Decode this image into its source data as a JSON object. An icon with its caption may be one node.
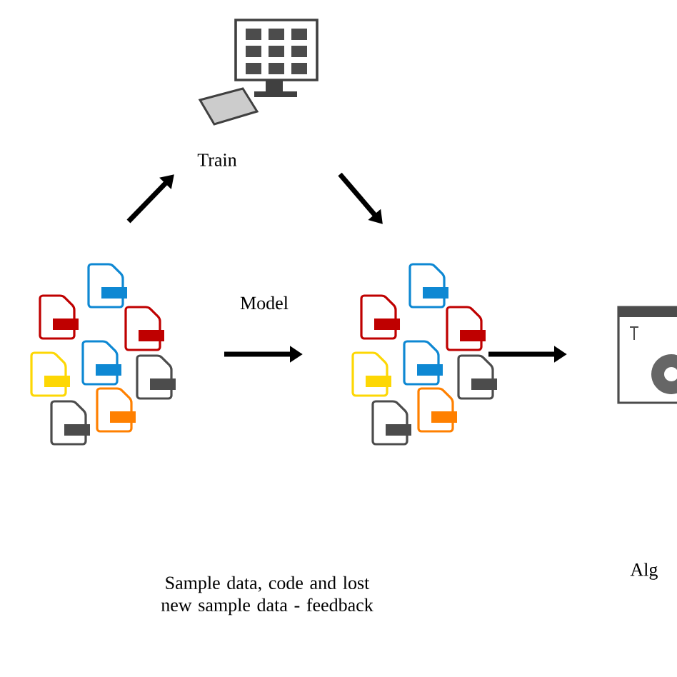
{
  "diagram": {
    "nodes": [
      {
        "text": [],
        "shape": "picture",
        "beside": [
          "Train"
        ]
      },
      {
        "text": [],
        "shape": "picture"
      },
      {
        "text": [],
        "shape": "picture"
      },
      {
        "text": [],
        "shape": "picture"
      }
    ],
    "edges": [
      {
        "from": 1,
        "to": 0,
        "arrow": "to"
      },
      {
        "from": 0,
        "to": 2,
        "arrow": "to"
      },
      {
        "from": 1,
        "to": 2,
        "arrow": "to",
        "label": "Model"
      },
      {
        "from": 2,
        "to": 3,
        "arrow": "to"
      }
    ],
    "labels": [
      "Sample data, code and lost new sample data - feedback",
      "Alg"
    ]
  }
}
